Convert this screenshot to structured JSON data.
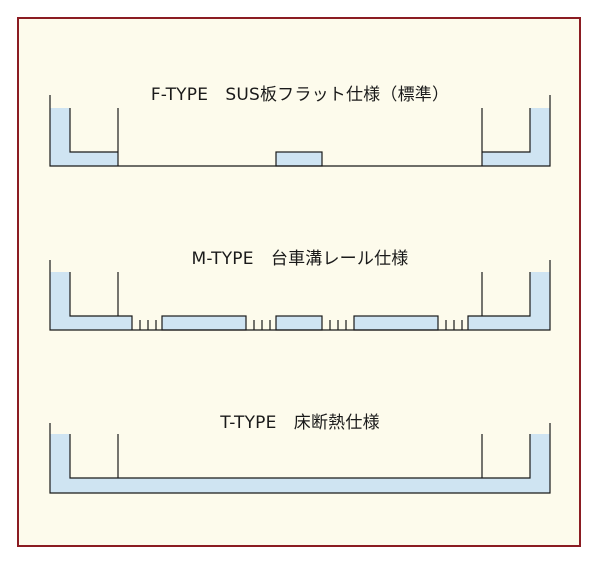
{
  "frame": {
    "border_color": "#8b1c22",
    "background": "#fdfbec"
  },
  "colors": {
    "insulation_fill": "#cfe4f2",
    "line": "#1a1a1a"
  },
  "sections": [
    {
      "id": "f-type",
      "title": "F-TYPE　SUS板フラット仕様（標準）"
    },
    {
      "id": "m-type",
      "title": "M-TYPE　台車溝レール仕様"
    },
    {
      "id": "t-type",
      "title": "T-TYPE　床断熱仕様"
    }
  ]
}
